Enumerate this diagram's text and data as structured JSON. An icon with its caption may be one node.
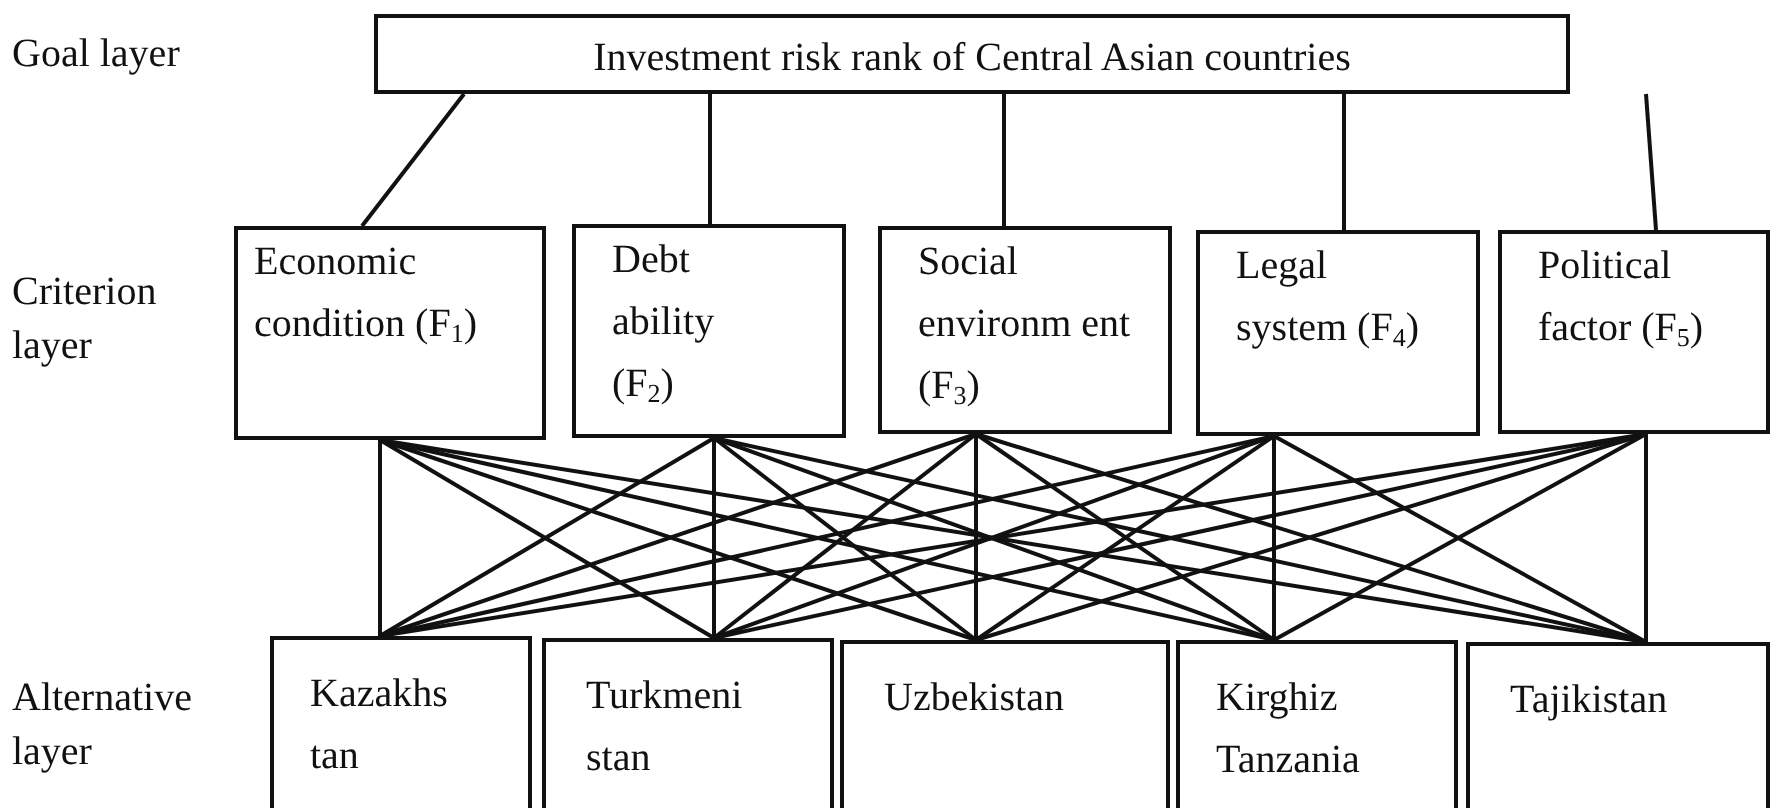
{
  "diagram": {
    "nodes": [
      {
        "text": [
          "Investment risk rank of Central Asian countries"
        ]
      },
      {
        "text": [
          "Economic condition (F$_{1}$)"
        ]
      },
      {
        "text": [
          "Debt ability (F$_{2}$)"
        ]
      },
      {
        "text": [
          "Social environm ent (F$_{3}$)"
        ]
      },
      {
        "text": [
          "Legal system (F$_{4}$)"
        ]
      },
      {
        "text": [
          "Political factor (F$_{5}$)"
        ]
      },
      {
        "text": [
          "Kazakhs tan"
        ]
      },
      {
        "text": [
          "Turkmeni stan"
        ]
      },
      {
        "text": [
          "Uzbekistan"
        ]
      },
      {
        "text": [
          "Kirghiz Tanzania"
        ]
      },
      {
        "text": [
          "Tajikistan"
        ]
      }
    ],
    "edges": [
      {
        "from": 0,
        "to": 1,
        "arrow": "none"
      },
      {
        "from": 0,
        "to": 2,
        "arrow": "none"
      },
      {
        "from": 0,
        "to": 3,
        "arrow": "none"
      },
      {
        "from": 0,
        "to": 4,
        "arrow": "none"
      },
      {
        "from": 0,
        "to": 5,
        "arrow": "none"
      },
      {
        "from": 1,
        "to": 6,
        "arrow": "none"
      },
      {
        "from": 1,
        "to": 7,
        "arrow": "none"
      },
      {
        "from": 1,
        "to": 8,
        "arrow": "none"
      },
      {
        "from": 1,
        "to": 9,
        "arrow": "none"
      },
      {
        "from": 1,
        "to": 10,
        "arrow": "none"
      },
      {
        "from": 2,
        "to": 6,
        "arrow": "none"
      },
      {
        "from": 2,
        "to": 7,
        "arrow": "none"
      },
      {
        "from": 2,
        "to": 8,
        "arrow": "none"
      },
      {
        "from": 2,
        "to": 9,
        "arrow": "none"
      },
      {
        "from": 2,
        "to": 10,
        "arrow": "none"
      },
      {
        "from": 3,
        "to": 6,
        "arrow": "none"
      },
      {
        "from": 3,
        "to": 7,
        "arrow": "none"
      },
      {
        "from": 3,
        "to": 8,
        "arrow": "none"
      },
      {
        "from": 3,
        "to": 9,
        "arrow": "none"
      },
      {
        "from": 3,
        "to": 10,
        "arrow": "none"
      },
      {
        "from": 4,
        "to": 6,
        "arrow": "none"
      },
      {
        "from": 4,
        "to": 7,
        "arrow": "none"
      },
      {
        "from": 4,
        "to": 8,
        "arrow": "none"
      },
      {
        "from": 4,
        "to": 9,
        "arrow": "none"
      },
      {
        "from": 4,
        "to": 10,
        "arrow": "none"
      },
      {
        "from": 5,
        "to": 6,
        "arrow": "none"
      },
      {
        "from": 5,
        "to": 7,
        "arrow": "none"
      },
      {
        "from": 5,
        "to": 8,
        "arrow": "none"
      },
      {
        "from": 5,
        "to": 9,
        "arrow": "none"
      },
      {
        "from": 5,
        "to": 10,
        "arrow": "none"
      }
    ],
    "labels": [
      "Goal layer",
      "Criterion layer",
      "Alternative layer"
    ]
  }
}
